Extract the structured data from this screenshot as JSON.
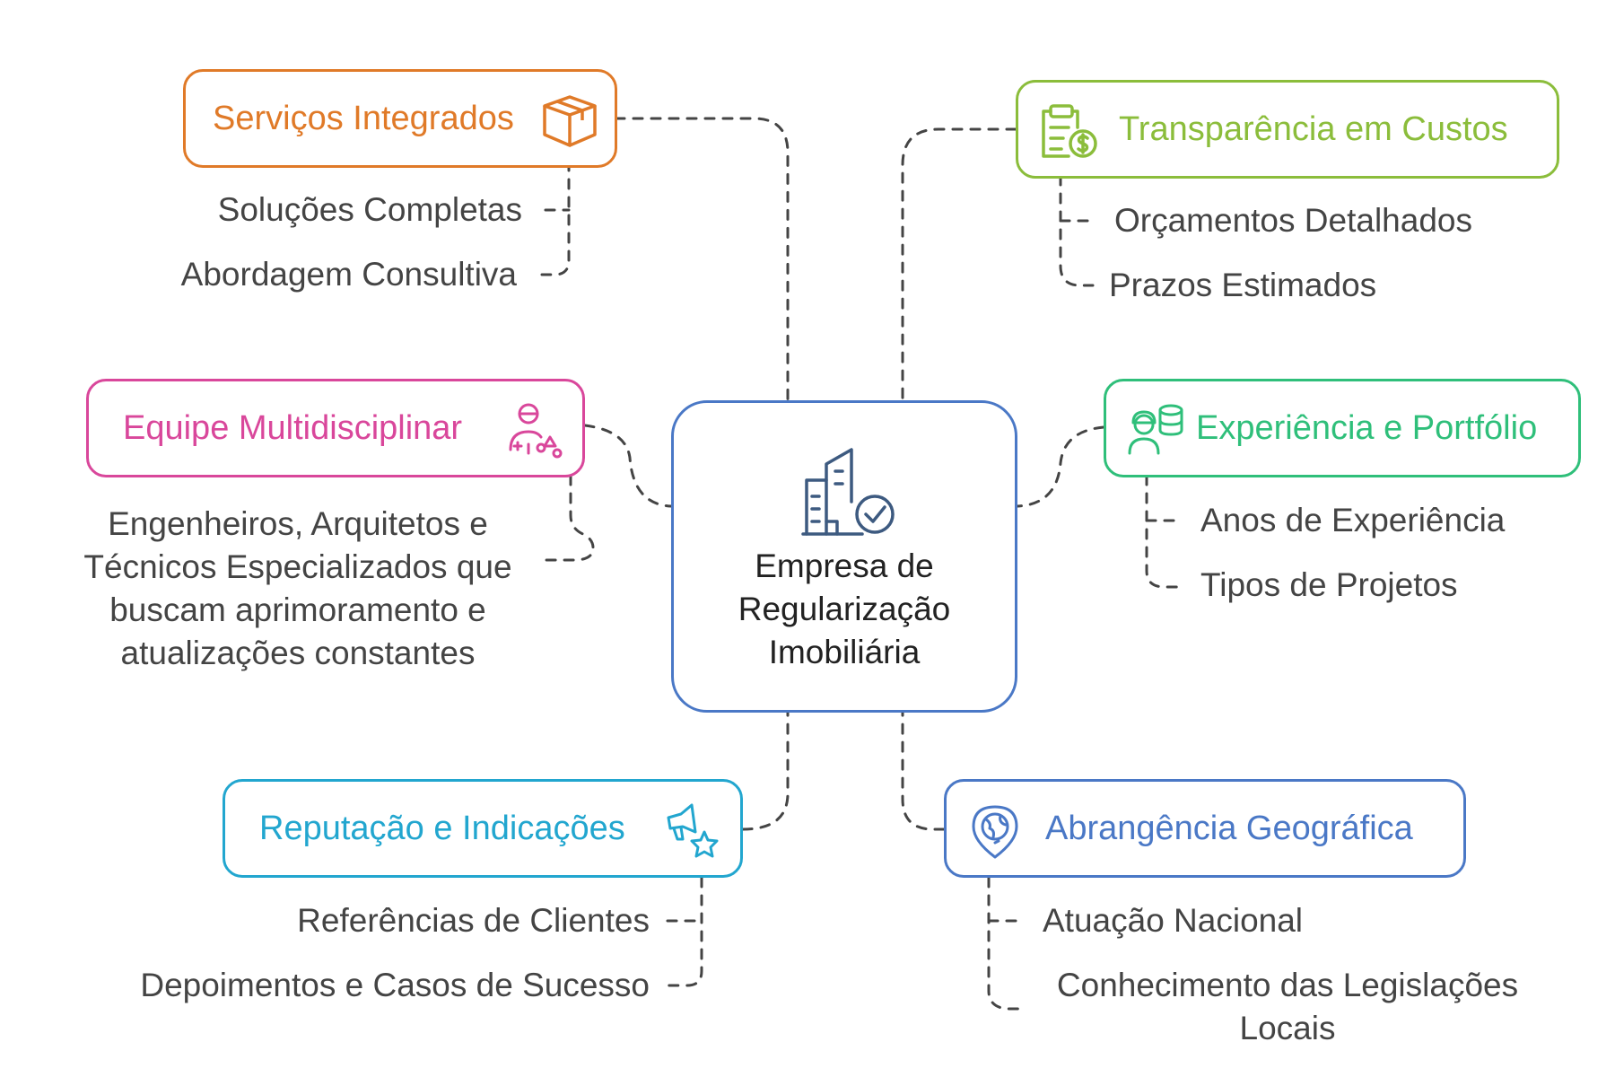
{
  "diagram": {
    "center": {
      "lines": [
        "Empresa de",
        "Regularização",
        "Imobiliária"
      ],
      "color": "#4a78c6",
      "icon": "buildings-check-icon"
    },
    "nodes": [
      {
        "id": "servicos",
        "title": "Serviços Integrados",
        "color": "#e07a28",
        "icon": "box-icon",
        "items": [
          "Soluções Completas",
          "Abordagem Consultiva"
        ]
      },
      {
        "id": "transparencia",
        "title": "Transparência em Custos",
        "color": "#8bbd3b",
        "icon": "clipboard-money-icon",
        "items": [
          "Orçamentos Detalhados",
          "Prazos Estimados"
        ]
      },
      {
        "id": "equipe",
        "title": "Equipe Multidisciplinar",
        "color": "#d9479b",
        "icon": "team-icon",
        "items": [
          "Engenheiros, Arquitetos e Técnicos Especializados que buscam aprimoramento e atualizações constantes"
        ]
      },
      {
        "id": "experiencia",
        "title": "Experiência e Portfólio",
        "color": "#2fbf7a",
        "icon": "worker-database-icon",
        "items": [
          "Anos de Experiência",
          "Tipos de Projetos"
        ]
      },
      {
        "id": "reputacao",
        "title": "Reputação e Indicações",
        "color": "#22a6cf",
        "icon": "megaphone-star-icon",
        "items": [
          "Referências de Clientes",
          "Depoimentos e Casos de Sucesso"
        ]
      },
      {
        "id": "abrangencia",
        "title": "Abrangência Geográfica",
        "color": "#4a78c6",
        "icon": "globe-pin-icon",
        "items": [
          "Atuação Nacional",
          "Conhecimento das Legislações Locais"
        ]
      }
    ]
  }
}
